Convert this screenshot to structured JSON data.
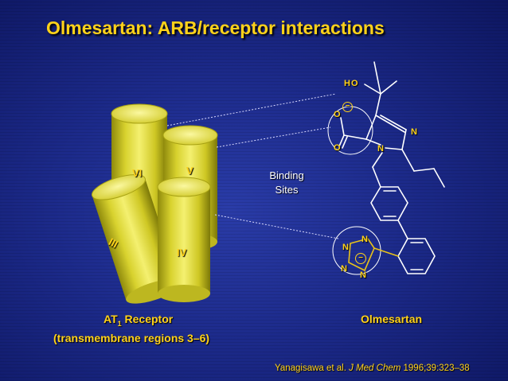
{
  "title": "Olmesartan: ARB/receptor interactions",
  "helices": {
    "vi": "VI",
    "v": "V",
    "iii": "III",
    "iv": "IV"
  },
  "binding_sites": {
    "line1": "Binding",
    "line2": "Sites"
  },
  "molecule": {
    "ho": "HO",
    "o_minus": "O",
    "o": "O",
    "n_ring_top": "N",
    "n_ring_bottom": "N",
    "tz_n1": "N",
    "tz_n2": "N",
    "tz_n3": "N",
    "tz_n4": "N",
    "minus_sign": "−"
  },
  "receptor_label": {
    "line1_prefix": "AT",
    "line1_sub": "1",
    "line1_suffix": " Receptor",
    "line2": "(transmembrane regions 3–6)"
  },
  "drug_label": "Olmesartan",
  "citation": {
    "authors": "Yanagisawa et al. ",
    "journal": "J Med Chem",
    "details": " 1996;39:323–38"
  },
  "colors": {
    "title": "#ffd21a",
    "helix_light": "#f2ee66",
    "helix_dark": "#9a9410",
    "background": "#1c2a8a"
  }
}
